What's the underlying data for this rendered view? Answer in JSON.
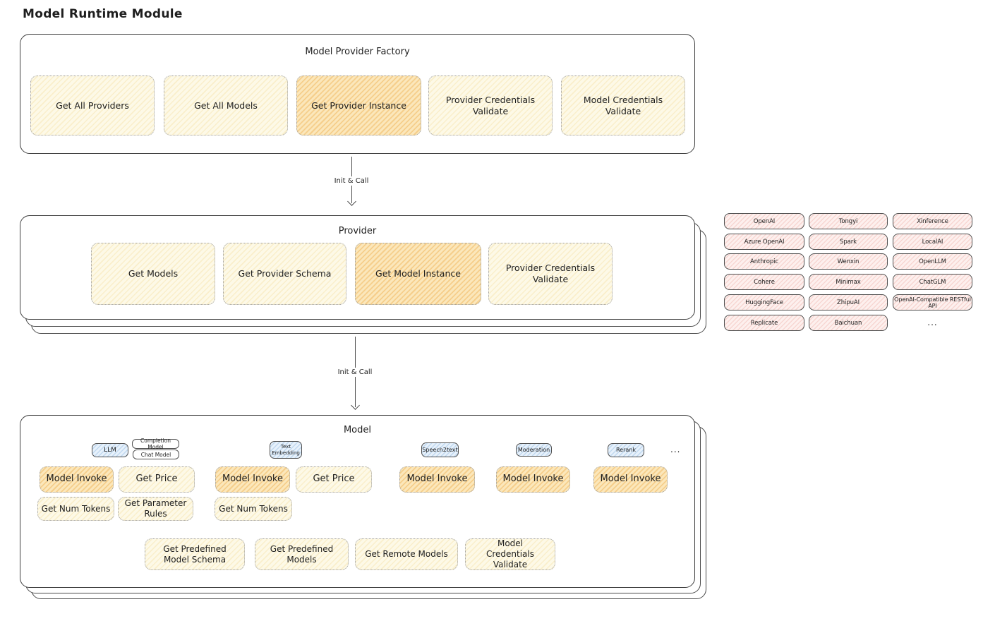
{
  "page_title": "Model Runtime Module",
  "arrows": {
    "arrow1_label": "Init & Call",
    "arrow2_label": "Init & Call"
  },
  "factory": {
    "title": "Model Provider Factory",
    "items": [
      {
        "label": "Get All Providers"
      },
      {
        "label": "Get All Models"
      },
      {
        "label": "Get Provider Instance"
      },
      {
        "label": "Provider Credentials Validate"
      },
      {
        "label": "Model Credentials Validate"
      }
    ]
  },
  "provider": {
    "title": "Provider",
    "items": [
      {
        "label": "Get Models"
      },
      {
        "label": "Get Provider Schema"
      },
      {
        "label": "Get Model Instance"
      },
      {
        "label": "Provider Credentials Validate"
      }
    ]
  },
  "providers_grid": {
    "rows": [
      [
        "OpenAI",
        "Tongyi",
        "Xinference"
      ],
      [
        "Azure OpenAI",
        "Spark",
        "LocalAI"
      ],
      [
        "Anthropic",
        "Wenxin",
        "OpenLLM"
      ],
      [
        "Cohere",
        "Minimax",
        "ChatGLM"
      ],
      [
        "HuggingFace",
        "ZhipuAI",
        "OpenAI-Compatible RESTful API"
      ],
      [
        "Replicate",
        "Baichuan",
        "..."
      ]
    ]
  },
  "model": {
    "title": "Model",
    "tags": {
      "llm": "LLM",
      "completion_model": "Completion Model",
      "chat_model": "Chat Model",
      "text_embedding": "Text Embedding",
      "speech2text": "Speech2text",
      "moderation": "Moderation",
      "rerank": "Rerank",
      "ellipsis": "..."
    },
    "buttons": {
      "model_invoke": "Model Invoke",
      "get_price": "Get Price",
      "get_num_tokens": "Get Num Tokens",
      "get_parameter_rules": "Get Parameter Rules",
      "get_predefined_model_schema": "Get Predefined Model Schema",
      "get_predefined_models": "Get Predefined Models",
      "get_remote_models": "Get Remote Models",
      "model_credentials_validate": "Model Credentials Validate"
    }
  },
  "colors": {
    "accent_orange": "#f6cd87",
    "light_yellow": "#fdf8e4",
    "provider_pink": "#fbe9e7",
    "tag_blue": "#dcebf9"
  }
}
